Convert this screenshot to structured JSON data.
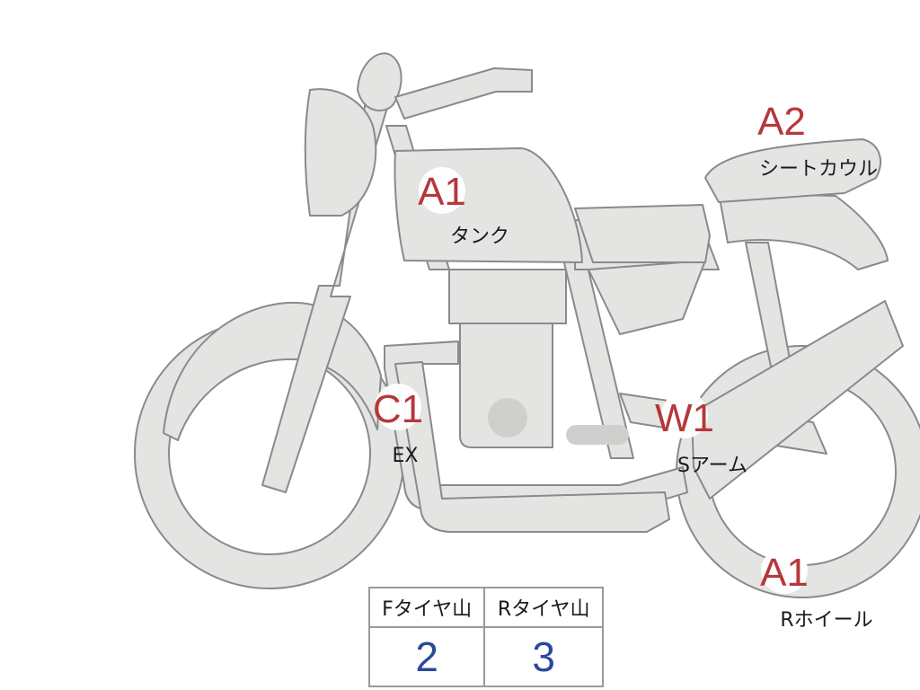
{
  "markers": {
    "tank": {
      "code": "A1",
      "label": "タンク"
    },
    "seat_cowl": {
      "code": "A2",
      "label": "シートカウル"
    },
    "exhaust": {
      "code": "C1",
      "label": "EX"
    },
    "swingarm": {
      "code": "W1",
      "label": "Sアーム"
    },
    "rear_wheel": {
      "code": "A1",
      "label": "Rホイール"
    }
  },
  "tire_tread": {
    "front_header": "Fタイヤ山",
    "rear_header": "Rタイヤ山",
    "front_value": "2",
    "rear_value": "3"
  },
  "colors": {
    "code": "#b5373c",
    "value": "#2a4a9a",
    "part_fill": "#e4e4e2",
    "part_stroke": "#8a8a8a"
  }
}
